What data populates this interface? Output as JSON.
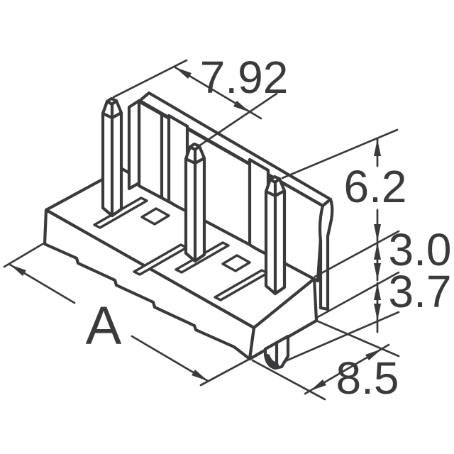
{
  "drawing": {
    "type": "isometric-technical-drawing",
    "subject": "3-pin right-angle PCB header connector",
    "pins": 3,
    "background": "#ffffff",
    "line_color": "#3a3a3c",
    "labels": {
      "pin_span": "7.92",
      "height_upper": "6.2",
      "height_mid": "3.0",
      "height_lower": "3.7",
      "depth": "8.5",
      "length": "A"
    }
  }
}
